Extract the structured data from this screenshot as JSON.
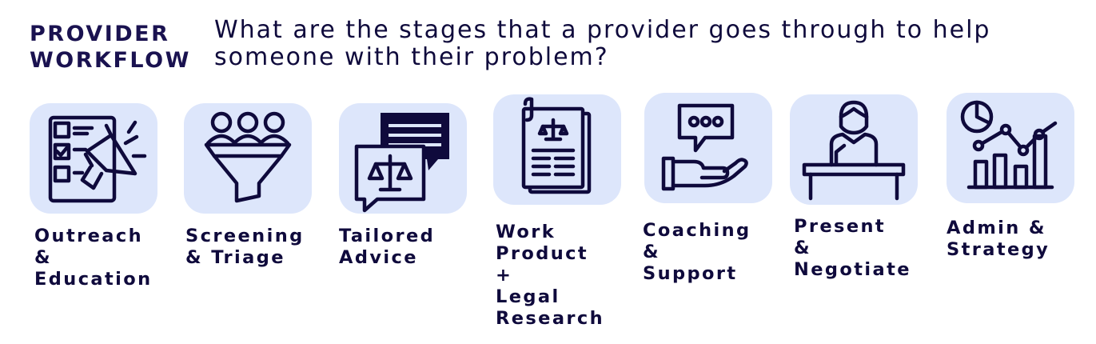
{
  "title": {
    "line1": "PROVIDER",
    "line2": "WORKFLOW"
  },
  "question": "What are the stages that a provider goes through to help someone with their problem?",
  "stages": [
    {
      "label": "Outreach\n&\nEducation",
      "icon": "megaphone-checklist-icon"
    },
    {
      "label": "Screening\n& Triage",
      "icon": "people-funnel-icon"
    },
    {
      "label": "Tailored\nAdvice",
      "icon": "scales-speech-bubble-icon"
    },
    {
      "label": "Work\nProduct +\nLegal\nResearch",
      "icon": "legal-document-icon"
    },
    {
      "label": "Coaching\n& Support",
      "icon": "hand-speech-bubble-icon"
    },
    {
      "label": "Present &\nNegotiate",
      "icon": "person-at-podium-icon"
    },
    {
      "label": "Admin &\nStrategy",
      "icon": "analytics-chart-icon"
    }
  ],
  "colors": {
    "tile": "#dde6fb",
    "ink": "#0f0a3c",
    "title": "#1a1250"
  }
}
